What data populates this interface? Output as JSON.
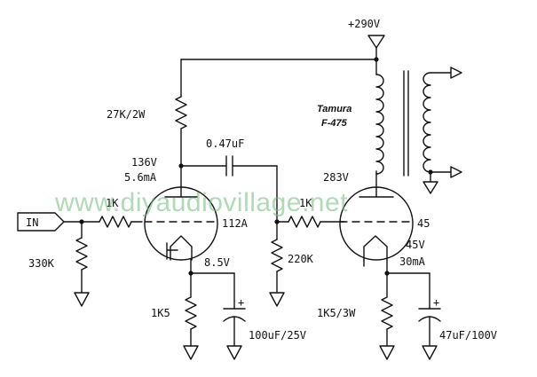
{
  "watermark": "www.diyaudiovillage.net",
  "input_label": "IN",
  "supply_voltage": "+290V",
  "transformer": {
    "brand": "Tamura",
    "model": "F-475"
  },
  "stage1": {
    "plate_resistor": "27K/2W",
    "plate_voltage": "136V",
    "plate_current": "5.6mA",
    "grid_resistor": "1K",
    "grid_leak": "330K",
    "tube": "112A",
    "cathode_voltage": "8.5V",
    "cathode_resistor": "1K5",
    "cathode_cap": "100uF/25V"
  },
  "coupling_cap": "0.47uF",
  "stage2": {
    "grid_resistor": "1K",
    "grid_leak": "220K",
    "plate_voltage": "283V",
    "tube": "45",
    "cathode_voltage": "45V",
    "cathode_current": "30mA",
    "cathode_resistor": "1K5/3W",
    "cathode_cap": "47uF/100V"
  },
  "cap_polarity": "+"
}
